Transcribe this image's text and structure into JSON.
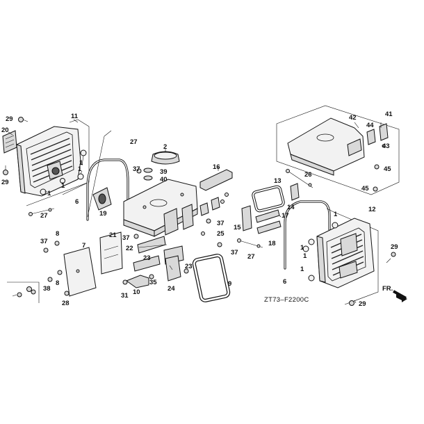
{
  "diagram": {
    "drawing_code": "ZT73–F2200C",
    "front_marker": "FR.",
    "labels": [
      {
        "id": "l29a",
        "text": "29"
      },
      {
        "id": "l11",
        "text": "11"
      },
      {
        "id": "l20",
        "text": "20"
      },
      {
        "id": "l1a",
        "text": "1"
      },
      {
        "id": "l1b",
        "text": "1"
      },
      {
        "id": "l1c",
        "text": "1"
      },
      {
        "id": "l1d",
        "text": "1"
      },
      {
        "id": "l29b",
        "text": "29"
      },
      {
        "id": "l27a",
        "text": "27"
      },
      {
        "id": "l2",
        "text": "2"
      },
      {
        "id": "l37a",
        "text": "37"
      },
      {
        "id": "l39",
        "text": "39"
      },
      {
        "id": "l40",
        "text": "40"
      },
      {
        "id": "l6a",
        "text": "6"
      },
      {
        "id": "l19",
        "text": "19"
      },
      {
        "id": "l16",
        "text": "16"
      },
      {
        "id": "l27b",
        "text": "27"
      },
      {
        "id": "l8a",
        "text": "8"
      },
      {
        "id": "l37b",
        "text": "37"
      },
      {
        "id": "l7",
        "text": "7"
      },
      {
        "id": "l21",
        "text": "21"
      },
      {
        "id": "l37c",
        "text": "37"
      },
      {
        "id": "l22",
        "text": "22"
      },
      {
        "id": "l23a",
        "text": "23"
      },
      {
        "id": "l23b",
        "text": "23"
      },
      {
        "id": "l25",
        "text": "25"
      },
      {
        "id": "l37d",
        "text": "37"
      },
      {
        "id": "l37e",
        "text": "37"
      },
      {
        "id": "l8b",
        "text": "8"
      },
      {
        "id": "l38",
        "text": "38"
      },
      {
        "id": "l28",
        "text": "28"
      },
      {
        "id": "l31",
        "text": "31"
      },
      {
        "id": "l10",
        "text": "10"
      },
      {
        "id": "l35",
        "text": "35"
      },
      {
        "id": "l24",
        "text": "24"
      },
      {
        "id": "l9",
        "text": "9"
      },
      {
        "id": "l15",
        "text": "15"
      },
      {
        "id": "l13",
        "text": "13"
      },
      {
        "id": "l14",
        "text": "14"
      },
      {
        "id": "l17",
        "text": "17"
      },
      {
        "id": "l18",
        "text": "18"
      },
      {
        "id": "l26",
        "text": "26"
      },
      {
        "id": "l42",
        "text": "42"
      },
      {
        "id": "l44",
        "text": "44"
      },
      {
        "id": "l41",
        "text": "41"
      },
      {
        "id": "l43",
        "text": "43"
      },
      {
        "id": "l45a",
        "text": "45"
      },
      {
        "id": "l45b",
        "text": "45"
      },
      {
        "id": "l12",
        "text": "12"
      },
      {
        "id": "l1e",
        "text": "1"
      },
      {
        "id": "l1f",
        "text": "1"
      },
      {
        "id": "l1g",
        "text": "1"
      },
      {
        "id": "l1h",
        "text": "1"
      },
      {
        "id": "l29c",
        "text": "29"
      },
      {
        "id": "l27c",
        "text": "27"
      },
      {
        "id": "l6b",
        "text": "6"
      },
      {
        "id": "l29d",
        "text": "29"
      }
    ]
  }
}
